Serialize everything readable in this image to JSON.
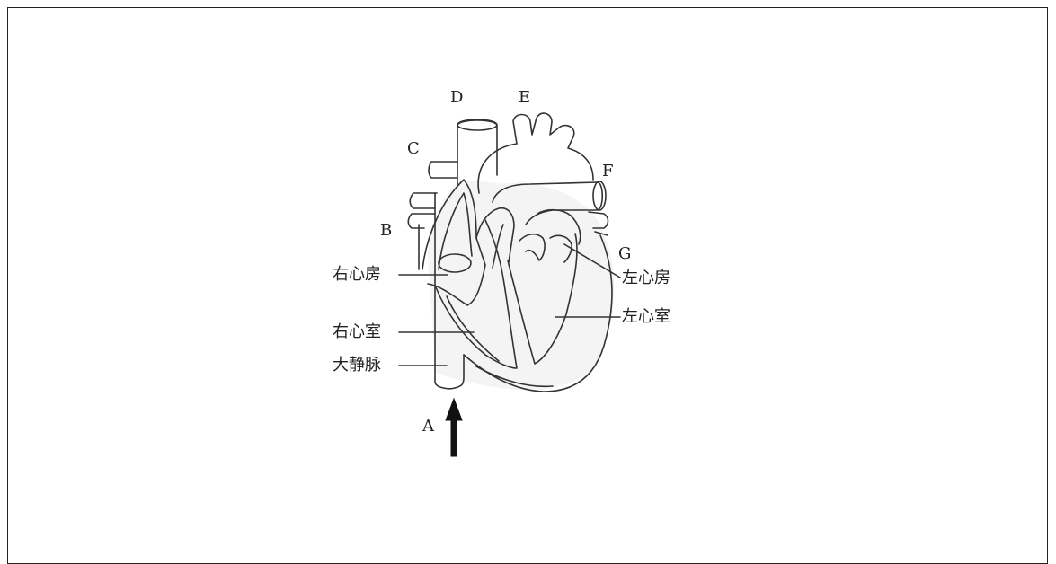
{
  "letters": {
    "A": "A",
    "B": "B",
    "C": "C",
    "D": "D",
    "E": "E",
    "F": "F",
    "G": "G"
  },
  "labels": {
    "right_atrium": "右心房",
    "right_ventricle": "右心室",
    "vena_cava": "大静脉",
    "left_atrium": "左心房",
    "left_ventricle": "左心室"
  }
}
